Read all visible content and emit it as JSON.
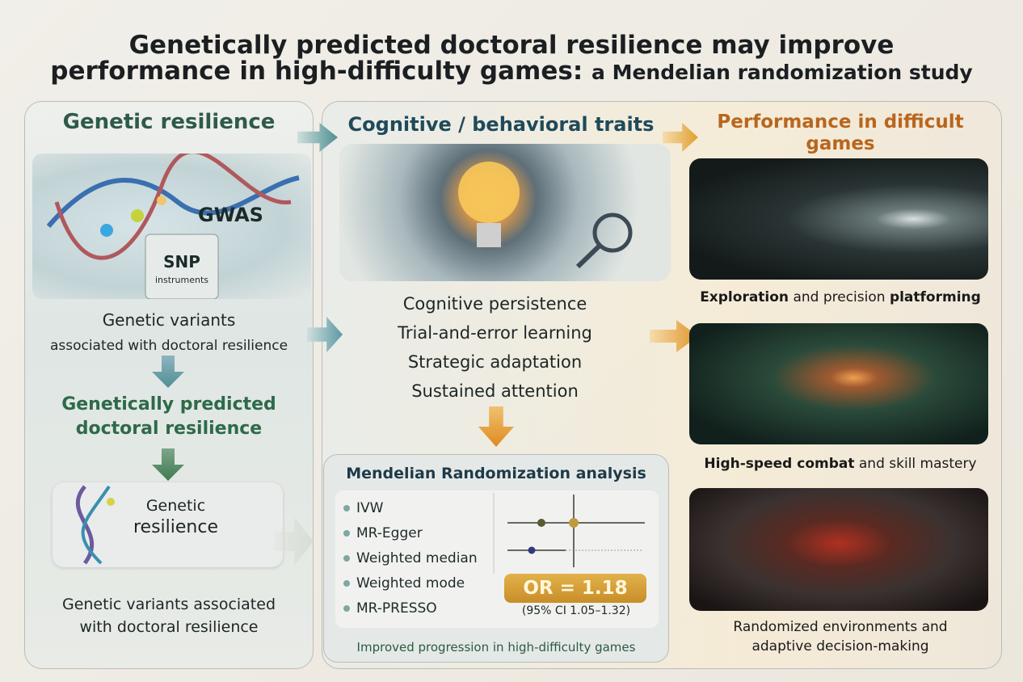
{
  "title": {
    "line1": "Genetically predicted doctoral resilience may improve",
    "line2_main": "performance in high-difficulty games:",
    "line2_sub": "a Mendelian randomization study"
  },
  "left": {
    "heading": "Genetic resilience",
    "gwas": "GWAS",
    "snp": "SNP",
    "snp_sub": "instruments",
    "variants_1": "Genetic variants",
    "variants_2": "associated with doctoral resilience",
    "predicted_1": "Genetically predicted",
    "predicted_2": "doctoral resilience",
    "box_label_1": "Genetic",
    "box_label_2": "resilience",
    "bottom_1": "Genetic variants associated",
    "bottom_2": "with doctoral resilience"
  },
  "middle": {
    "heading": "Cognitive / behavioral traits",
    "traits": [
      "Cognitive persistence",
      "Trial-and-error learning",
      "Strategic adaptation",
      "Sustained attention"
    ],
    "mr": {
      "heading": "Mendelian Randomization analysis",
      "methods": [
        "IVW",
        "MR-Egger",
        "Weighted median",
        "Weighted mode",
        "MR-PRESSO"
      ],
      "or": "OR = 1.18",
      "ci": "(95% CI 1.05–1.32)",
      "footer": "Improved progression in high-difficulty games"
    }
  },
  "right": {
    "heading_1": "Performance in difficult",
    "heading_2": "games",
    "games": [
      {
        "bold": "Exploration",
        "rest": " and precision ",
        "bold2": "platforming"
      },
      {
        "bold": "High-speed combat",
        "rest": " and skill mastery",
        "bold2": ""
      }
    ],
    "game3_1": "Randomized environments and",
    "game3_2": "adaptive decision-making"
  },
  "colors": {
    "green": "#2e5a4a",
    "orange": "#b8661e",
    "gold": "#d8a53a",
    "teal": "#4f8f92"
  }
}
